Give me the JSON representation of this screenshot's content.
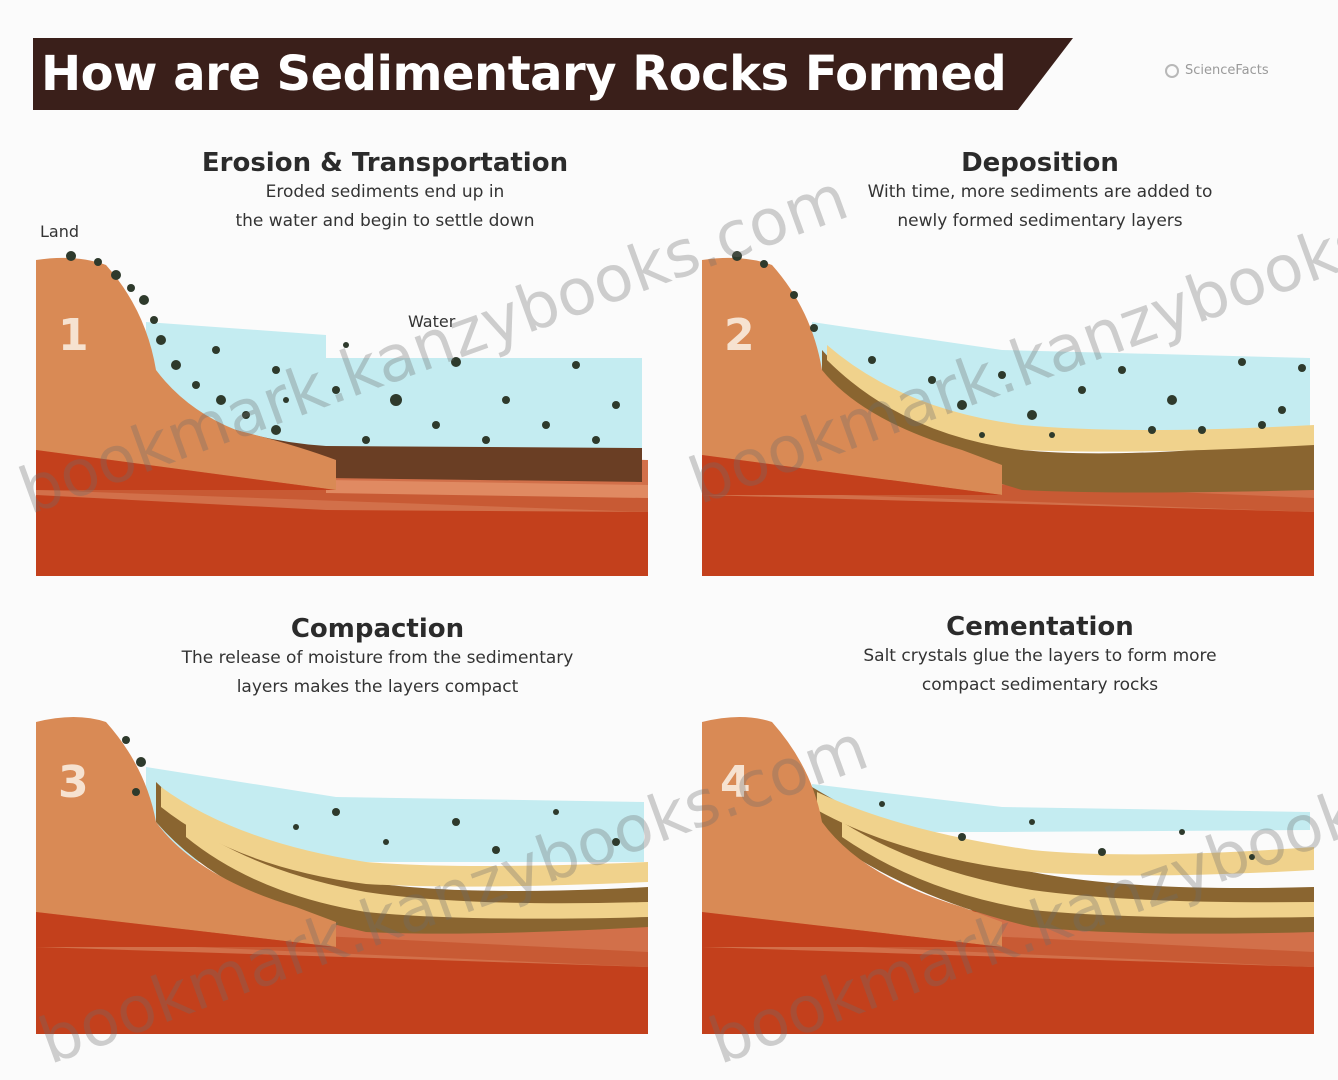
{
  "header": {
    "title": "How are Sedimentary Rocks Formed",
    "brand": "ScienceFacts",
    "banner_color": "#3a1f1a"
  },
  "panels": [
    {
      "number": "1",
      "title": "Erosion & Transportation",
      "description": "Eroded sediments end up in\nthe water and begin to settle down"
    },
    {
      "number": "2",
      "title": "Deposition",
      "description": "With time, more sediments are added to\nnewly formed sedimentary layers"
    },
    {
      "number": "3",
      "title": "Compaction",
      "description": "The release of moisture from the sedimentary\nlayers makes the layers compact"
    },
    {
      "number": "4",
      "title": "Cementation",
      "description": "Salt crystals glue the layers to form more\ncompact sedimentary rocks"
    }
  ],
  "labels": {
    "land": "Land",
    "water": "Water"
  },
  "watermark": "bookmark.kanzybooks.com",
  "colors": {
    "land": "#d98a55",
    "rock_dark": "#c3401c",
    "rock_mid": "#d2704a",
    "water": "#c4ecf1",
    "sand": "#f0d28c",
    "brown": "#8a6530",
    "sediment": "#2e3a2c"
  }
}
